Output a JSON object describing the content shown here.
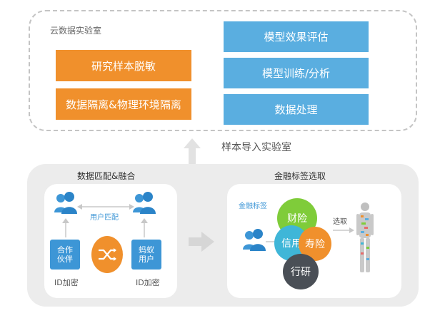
{
  "cloud_lab": {
    "title": "云数据实验室",
    "left_boxes": [
      "研究样本脱敏",
      "数据隔离&物理环境隔离"
    ],
    "right_boxes": [
      "模型效果评估",
      "模型训练/分析",
      "数据处理"
    ]
  },
  "import_label": "样本导入实验室",
  "matching": {
    "title": "数据匹配&融合",
    "user_match_label": "用户匹配",
    "partner_label": "合作\n伙伴",
    "ant_user_label": "蚂蚁\n用户",
    "id_encrypt_left": "ID加密",
    "id_encrypt_right": "ID加密"
  },
  "labels": {
    "title": "金融标签选取",
    "fin_tag_label": "金融标签",
    "select_label": "选取",
    "circles": [
      "财险",
      "信用",
      "寿险",
      "行研"
    ]
  },
  "colors": {
    "orange": "#f0902c",
    "blue": "#5aaee0",
    "green": "#7fcc3a",
    "teal": "#3fb6d8",
    "dark": "#4a4f56",
    "badge_blue": "#3d96d6"
  }
}
